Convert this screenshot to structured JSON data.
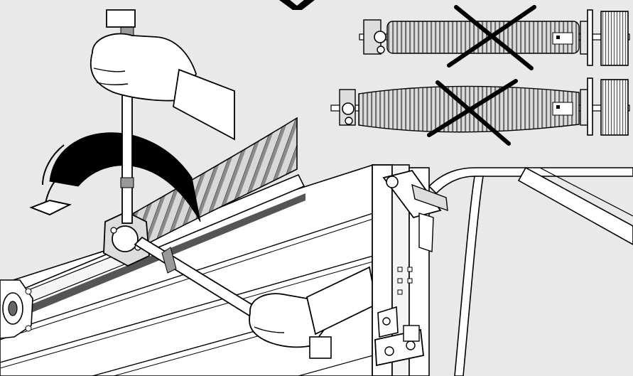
{
  "figure": {
    "kind": "technical-illustration",
    "subject": "spring-tensioning-with-winding-bars",
    "background_color": "#e9e9e9",
    "line_color": "#000000",
    "panel_color": "#ffffff",
    "spring_fill": "#cfcfcf",
    "spring_stripe": "#7a7a7a",
    "shadow_color": "#555555",
    "icons": {
      "top_cross_marks": "cross-mark-icon",
      "incorrect_mark": "x-mark-icon",
      "rotation_direction": "curved-arrow-icon"
    }
  },
  "insets": [
    {
      "id": "incorrect-spring-1",
      "status": "incorrect",
      "symbol": "x-mark-icon"
    },
    {
      "id": "incorrect-spring-2",
      "status": "incorrect",
      "symbol": "x-mark-icon"
    }
  ]
}
